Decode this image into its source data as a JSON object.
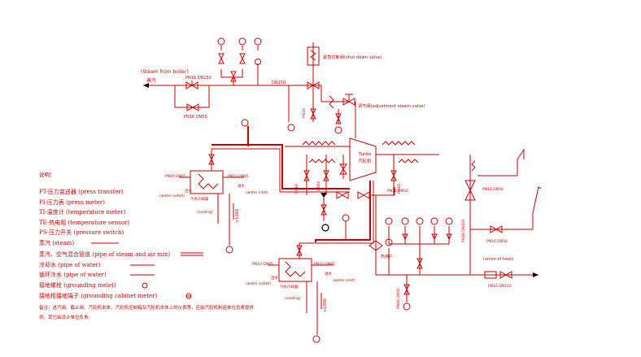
{
  "labels": {
    "steam_from_boiler_en": "(Steam from boiler)",
    "steam_from_boiler_cn": "蒸汽",
    "main_pipe_pn_top": "PN16 DN150",
    "bypass_pn": "PN16 DN50",
    "main_pipe_dn": "DN150",
    "shut_down_valve": "紧急切断阀(shut down valve)",
    "adjustment_valve": "调节阀(adjustment steam valve)",
    "turbo_en": "Turbo",
    "turbo_cn": "汽轮机",
    "vert_pn16": "PN16",
    "vert_dn": "DN50",
    "left_cooler_pn_out": "PN10 DN65",
    "left_cooler_pn_in": "PN10 DN65",
    "water_outlet": "(water outlet)",
    "water_inlet": "(water inlet)",
    "outlet_cn": "出水",
    "inlet_cn": "进水",
    "cooler_cn": "汽水冷却器",
    "cooling": "(cooling)",
    "drain_h": ">1000",
    "right_cooler_pn_out": "PN10 DN65",
    "right_cooler_pn_in": "PN10 DN65",
    "exhaust_pn": "PN16 DN50",
    "mid_pn": "PN16 DN100",
    "union_of_heat": "(union of heat)",
    "union_pn": "PN16 DN150",
    "right_top_pn": "PN16 DN50",
    "right_bot_pn": "PN16 DN50",
    "bottom_pn": "PN16 DN50",
    "heat_cn": "热用户"
  },
  "legend": {
    "title": "说明：",
    "items": [
      "PT-压力变送器      (press transfer)",
      "PI-压力表        (press meter)",
      "TI-温度计        (temperature meter)",
      "TE-热电阻        (temperature sensor)",
      "PS-压力开关       (pressure switch)",
      "蒸汽   (steam)",
      "蒸汽、空气混合管道   (pipe of steam and air mix)",
      "冷却水   (pipe of water)",
      "循环冷水   (pipe of water)",
      "接地螺栓   (grounding melet)",
      "接地柜接地端子   (grounding cabinet meter)"
    ],
    "note1": "备注：进汽阀、截止阀、汽轮机本体、汽轮机控制箱及汽轮机本体上的仪表等，应由汽轮机制造单位负责提供",
    "note2": "供，其它由设计单位负责。"
  },
  "colors": {
    "line": "#cc0000",
    "bg": "#ffffff",
    "ground": "#000000"
  }
}
